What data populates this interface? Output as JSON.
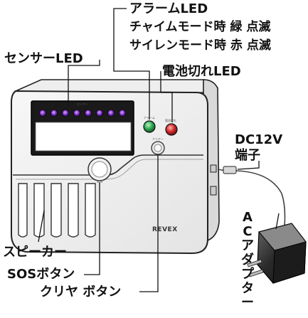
{
  "labels": {
    "alarm_led": "アラームLED",
    "chime_mode": "チャイムモード時 緑 点滅",
    "siren_mode": "サイレンモード時 赤 点滅",
    "sensor_led": "センサーLED",
    "battery_led": "電池切れLED",
    "dc_terminal_line1": "DC12V",
    "dc_terminal_line2": "端子",
    "speaker": "スピーカー",
    "sos_button": "SOSボタン",
    "clear_button": "クリヤ ボタン",
    "ac_adapter": "ACアダプター"
  },
  "device": {
    "brand": "REVEX",
    "panel_caption": "センサー",
    "alarm_caption": "アラーム",
    "battery_caption": "電池切れ",
    "clear_caption": "クリヤー",
    "sos_caption": "SOS"
  },
  "colors": {
    "sensor_led": "#7b32c8",
    "alarm_led": "#2fa84f",
    "battery_led": "#d42a2a"
  },
  "sensor_led_count": 8
}
